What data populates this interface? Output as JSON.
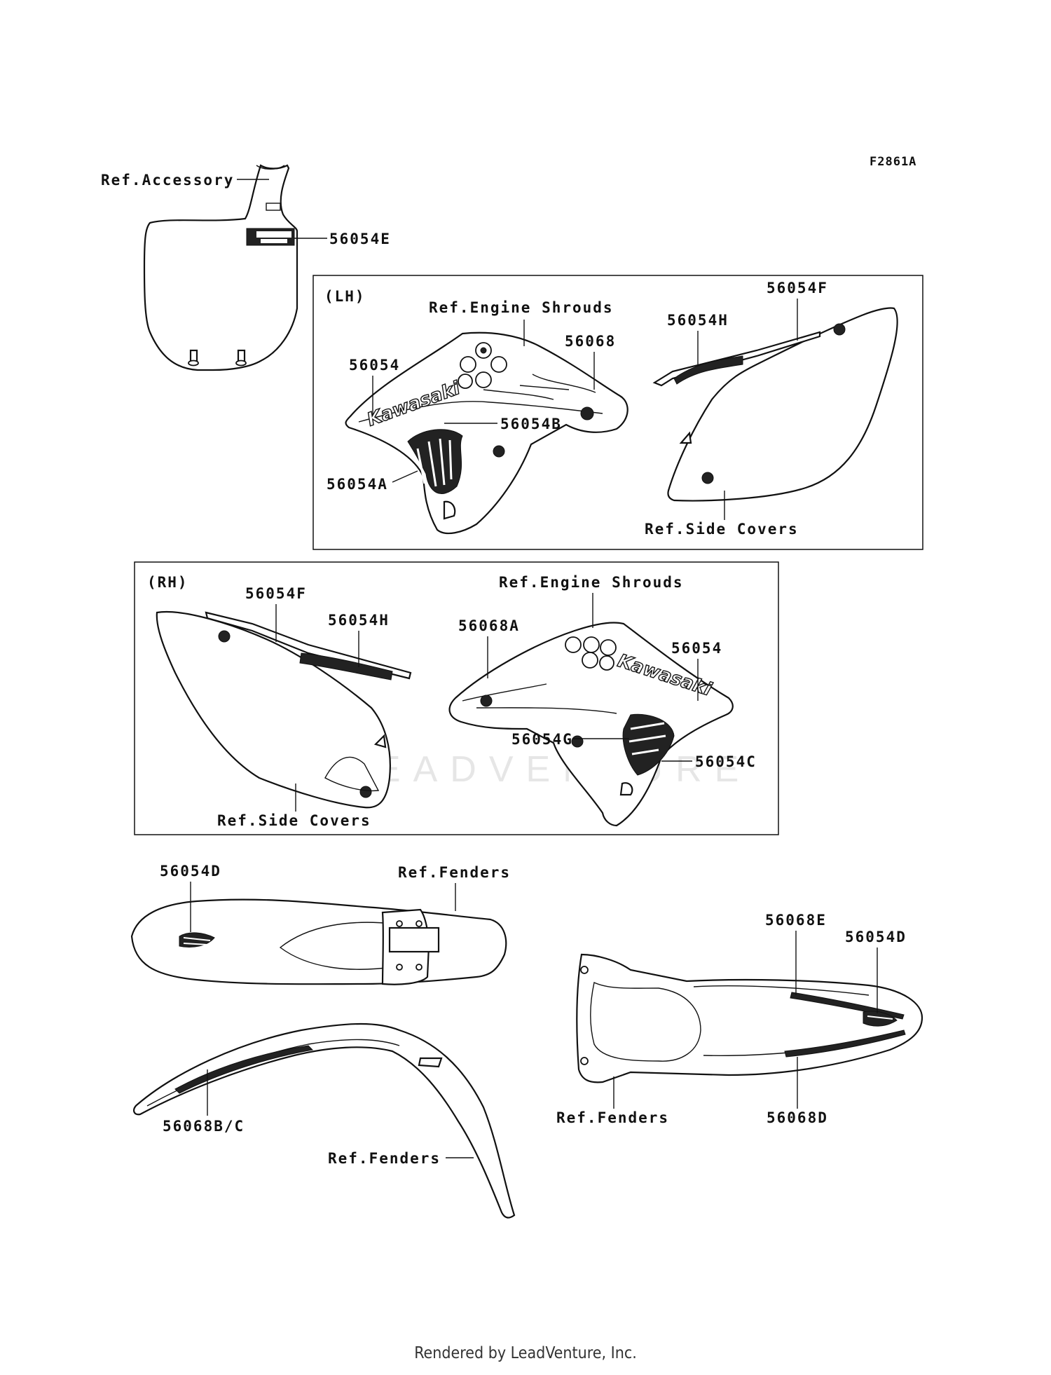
{
  "figure_code": "F2861A",
  "sections": {
    "lh": "(LH)",
    "rh": "(RH)"
  },
  "labels": {
    "ref_accessory": "Ref.Accessory",
    "p56054E": "56054E",
    "lh_engine_shrouds": "Ref.Engine Shrouds",
    "lh_56054": "56054",
    "lh_56068": "56068",
    "lh_56054B": "56054B",
    "lh_56054A": "56054A",
    "lh_56054F": "56054F",
    "lh_56054H": "56054H",
    "lh_side_covers": "Ref.Side Covers",
    "rh_56054F": "56054F",
    "rh_56054H": "56054H",
    "rh_side_covers": "Ref.Side Covers",
    "rh_engine_shrouds": "Ref.Engine Shrouds",
    "rh_56068A": "56068A",
    "rh_56054": "56054",
    "rh_56054G": "56054G",
    "rh_56054C": "56054C",
    "front_56054D": "56054D",
    "front_ref_fenders": "Ref.Fenders",
    "front_56068BC": "56068B/C",
    "front_ref_fenders_2": "Ref.Fenders",
    "rear_56068E": "56068E",
    "rear_56054D": "56054D",
    "rear_ref_fenders": "Ref.Fenders",
    "rear_56068D": "56068D"
  },
  "decal_text": {
    "kawasaki_lh": "Kawasaki",
    "kawasaki_rh": "Kawasaki"
  },
  "watermark": "LEADVENTURE",
  "footer": "Rendered by LeadVenture, Inc."
}
